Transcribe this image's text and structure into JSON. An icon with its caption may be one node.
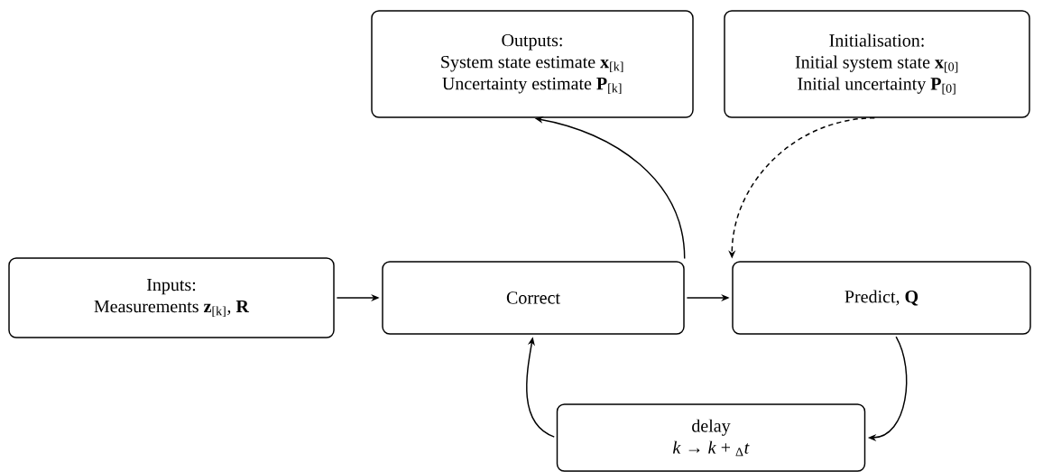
{
  "diagram": {
    "nodes": [
      {
        "text": [
          "Outputs:",
          "System state estimate **x**$_{[k]}$",
          "Uncertainty estimate **P**$_{[k]}$"
        ]
      },
      {
        "text": [
          "Initialisation:",
          "Initial system state **x**$_{[0]}$",
          "Initial uncertainty **P**$_{[0]}$"
        ]
      },
      {
        "text": [
          "Inputs:",
          "Measurements **z**$_{[k]}$, **R**"
        ]
      },
      {
        "text": [
          "Correct"
        ]
      },
      {
        "text": [
          "Predict, **Q**"
        ]
      },
      {
        "text": [
          "delay",
          "*k* → *k* + $_{Δ}$*t*"
        ]
      }
    ],
    "edges": [
      {
        "from": 2,
        "to": 3,
        "arrow": "to"
      },
      {
        "from": 3,
        "to": 4,
        "arrow": "to"
      },
      {
        "from": 3,
        "to": 0,
        "arrow": "to"
      },
      {
        "from": 1,
        "to": 4,
        "arrow": "to",
        "style": "dashed"
      },
      {
        "from": 4,
        "to": 5,
        "arrow": "to"
      },
      {
        "from": 5,
        "to": 3,
        "arrow": "to"
      }
    ]
  }
}
